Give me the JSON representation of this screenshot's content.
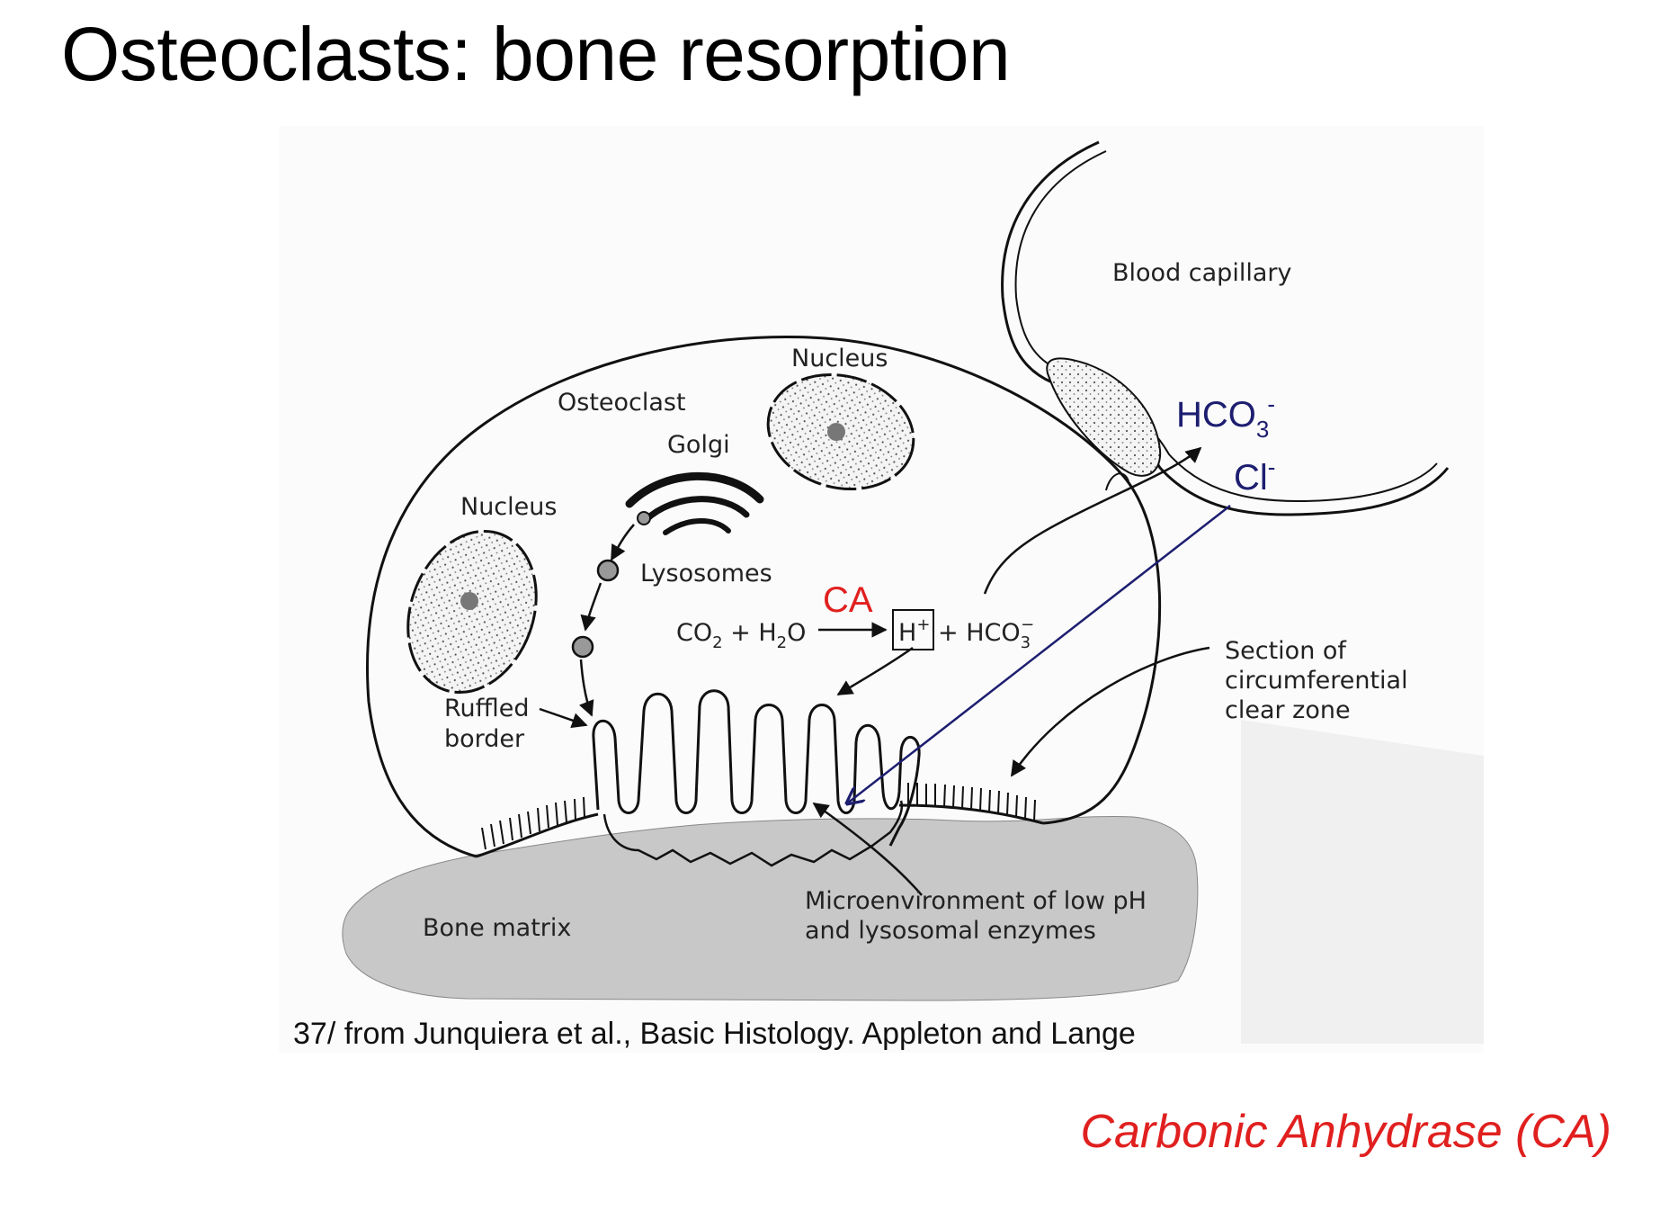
{
  "title": "Osteoclasts: bone resorption",
  "labels": {
    "blood_capillary": "Blood capillary",
    "nucleus_top": "Nucleus",
    "osteoclast": "Osteoclast",
    "golgi": "Golgi",
    "nucleus_left": "Nucleus",
    "lysosomes": "Lysosomes",
    "ruffled_1": "Ruffled",
    "ruffled_2": "border",
    "section_1": "Section of",
    "section_2": "circumferential",
    "section_3": "clear zone",
    "micro_1": "Microenvironment of low pH",
    "micro_2": "and lysosomal enzymes",
    "bone_matrix": "Bone matrix"
  },
  "equation": {
    "co": "CO",
    "co_sub": "2",
    "plus_h": " + H",
    "h_sub": "2",
    "o": "O",
    "h": "H",
    "h_sup": "+",
    "plus_hco": "+ HCO",
    "hco_sub": "3",
    "hco_sup": "−"
  },
  "annotations": {
    "ca": "CA",
    "hco3": "HCO",
    "hco3_sub": "3",
    "hco3_sup": "-",
    "cl": "Cl",
    "cl_sup": "-"
  },
  "citation": "37/ from Junquiera et al., Basic Histology. Appleton and Lange",
  "footnote": "Carbonic Anhydrase (CA)",
  "colors": {
    "navy": "#1d1e70",
    "red": "#e0201f",
    "bone_gray": "#c8c8c8"
  }
}
